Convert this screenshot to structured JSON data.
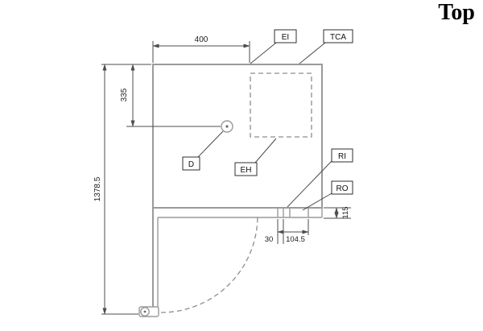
{
  "title": "Top",
  "callouts": {
    "ei": "EI",
    "tca": "TCA",
    "d": "D",
    "eh": "EH",
    "ri": "RI",
    "ro": "RO"
  },
  "dimensions": {
    "top_width": "400",
    "left_offset": "335",
    "overall_depth": "1378.5",
    "bottom_small": "30",
    "bottom_large": "104.5",
    "right_height": "115"
  },
  "colors": {
    "drawing_line": "#9a9a9a",
    "dimension_line": "#4d4d4d",
    "text": "#111111",
    "background": "#ffffff"
  }
}
